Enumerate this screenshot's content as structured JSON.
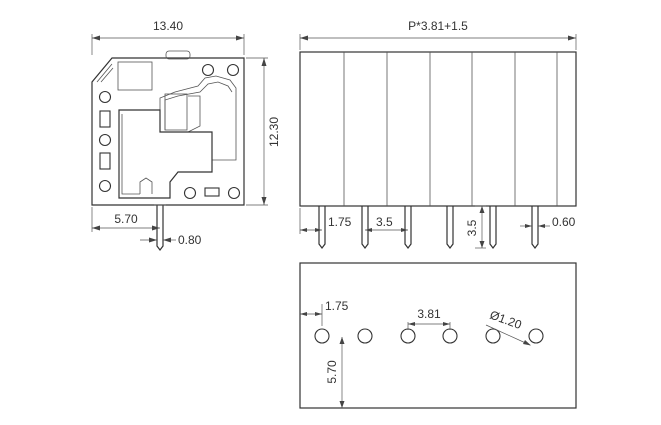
{
  "labels": {
    "width": "13.40",
    "pitch_formula": "P*3.81+1.5",
    "height": "12.30",
    "pin_offset": "5.70",
    "pin_width": "0.80",
    "edge_offset": "1.75",
    "pin_length": "3.5",
    "pin_length_side": "3.5",
    "pin_thickness": "0.60",
    "pcb_edge_offset": "1.75",
    "pcb_pitch": "3.81",
    "pcb_hole": "Ø1.20",
    "pcb_row_offset": "5.70"
  }
}
